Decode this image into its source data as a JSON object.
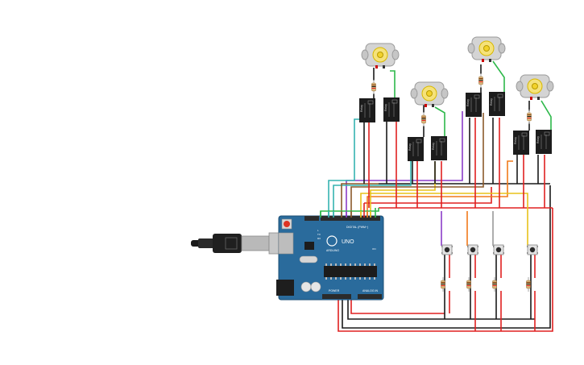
{
  "board": {
    "label_uno": "UNO",
    "label_arduino": "ARDUINO",
    "label_digital": "DIGITAL (PWM~)",
    "label_power": "POWER",
    "label_analog": "ANALOG IN",
    "label_l": "L",
    "label_tx": "TX",
    "label_rx": "RX",
    "label_on": "ON"
  },
  "relays": [
    {
      "label": "Relay"
    },
    {
      "label": "Relay"
    },
    {
      "label": "Relay"
    },
    {
      "label": "Relay"
    },
    {
      "label": "Relay"
    },
    {
      "label": "Relay"
    },
    {
      "label": "Relay"
    },
    {
      "label": "Relay"
    }
  ],
  "colors": {
    "board": "#2a6b9c",
    "board_dark": "#1f5a86",
    "header": "#2b2b2b",
    "wire_red": "#e02020",
    "wire_black": "#1a1a1a",
    "wire_green": "#2db84a",
    "wire_yellow": "#e8c21a",
    "wire_orange": "#f07a1a",
    "wire_purple": "#8a3cc8",
    "wire_teal": "#35b3b0",
    "wire_grey": "#9a9a9a",
    "wire_brown": "#8b5a2b",
    "motor_body": "#d9d9d9",
    "motor_shaft": "#f2d22b"
  },
  "icons": [
    "usb-cable-icon",
    "motor-icon",
    "relay-icon",
    "pushbutton-icon",
    "resistor-icon"
  ]
}
